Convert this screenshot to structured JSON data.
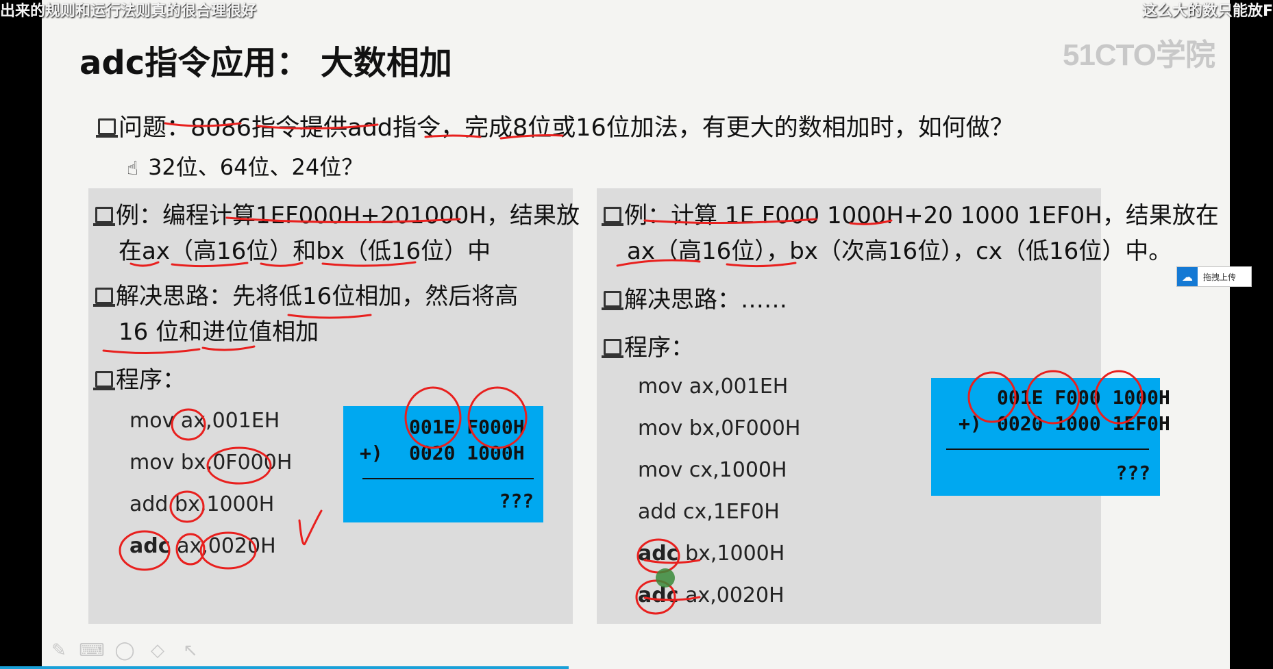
{
  "subtitles": {
    "left": "出来的规则和运行法则真的很合理很好",
    "right": "这么大的数只能放F"
  },
  "slide": {
    "logo": "51CTO学院",
    "title": "adc指令应用：  大数相加",
    "question": "问题：8086指令提供add指令，完成8位或16位加法，有更大的数相加时，如何做？",
    "question_sub": "32位、64位、24位？",
    "left": {
      "example_line1": "例：编程计算1EF000H+201000H，结果放",
      "example_line2": "在ax（高16位）和bx（低16位）中",
      "approach_line1": "解决思路：先将低16位相加，然后将高",
      "approach_line2": "16 位和进位值相加",
      "program_label": "程序：",
      "code": [
        {
          "op": "mov",
          "args": "ax,001EH"
        },
        {
          "op": "mov",
          "args": "bx,0F000H"
        },
        {
          "op": "add",
          "args": "bx,1000H"
        },
        {
          "op": "adc",
          "args": "ax,0020H"
        }
      ],
      "box": {
        "row1": [
          "001E",
          "F000H"
        ],
        "plus": "+)",
        "row2": [
          "0020",
          "1000H"
        ],
        "result": "???"
      }
    },
    "right": {
      "example_line1": "例：计算 1E F000 1000H+20 1000 1EF0H，结果放在",
      "example_line2": "ax（高16位），bx（次高16位），cx（低16位）中。",
      "approach": "解决思路：……",
      "program_label": "程序：",
      "code": [
        {
          "op": "mov",
          "args": "ax,001EH"
        },
        {
          "op": "mov",
          "args": "bx,0F000H"
        },
        {
          "op": "mov",
          "args": "cx,1000H"
        },
        {
          "op": "add",
          "args": "cx,1EF0H"
        },
        {
          "op": "adc",
          "args": "bx,1000H"
        },
        {
          "op": "adc",
          "args": "ax,0020H"
        }
      ],
      "box": {
        "row1": [
          "001E",
          "F000",
          "1000H"
        ],
        "plus": "+)",
        "row2": [
          "0020",
          "1000",
          "1EF0H"
        ],
        "result": "???"
      }
    }
  },
  "upload_button": "拖拽上传",
  "colors": {
    "panel": "#dcdcdc",
    "box": "#00a8f0",
    "ink": "#e8201e",
    "slide_bg": "#f4f4f2"
  },
  "toolbar_icons": [
    "pen-icon",
    "keyboard-icon",
    "eraser-icon",
    "highlighter-icon",
    "pointer-icon"
  ]
}
